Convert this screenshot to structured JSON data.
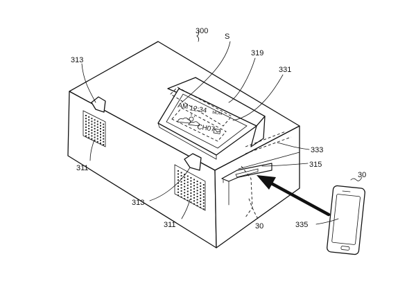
{
  "figure": {
    "labels": {
      "device": "300",
      "signal": "S",
      "speaker_left_top": "313",
      "speaker_left": "311",
      "display_frame": "319",
      "display_panel": "331",
      "slot_upper": "333",
      "slot": "315",
      "phone_ref": "30",
      "speaker_front_top": "313",
      "speaker_front": "311",
      "phone_slot_ref": "30",
      "phone_screen": "335"
    },
    "display": {
      "ampm": "AM",
      "time": "12:34",
      "day": "MON",
      "channel": "CH07"
    }
  }
}
